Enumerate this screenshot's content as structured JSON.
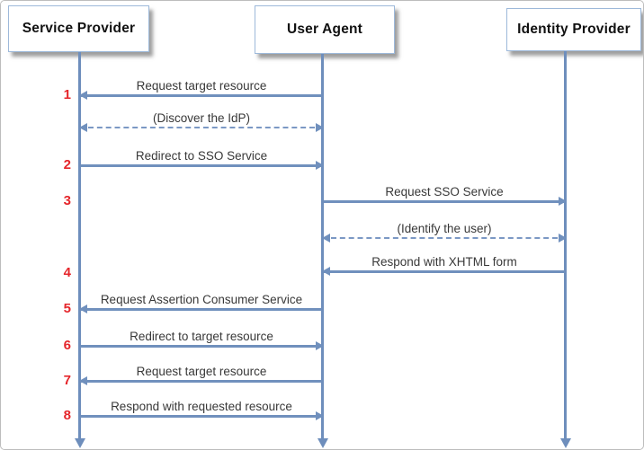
{
  "diagram": {
    "type": "sequence-diagram",
    "actors": [
      {
        "id": "sp",
        "label": "Service Provider"
      },
      {
        "id": "ua",
        "label": "User Agent"
      },
      {
        "id": "idp",
        "label": "Identity Provider"
      }
    ],
    "messages": [
      {
        "step": "1",
        "label": "Request target resource",
        "from": "ua",
        "to": "sp",
        "style": "solid"
      },
      {
        "step": "",
        "label": "(Discover the IdP)",
        "from": "sp",
        "to": "ua",
        "style": "dashed-bidirectional"
      },
      {
        "step": "2",
        "label": "Redirect to SSO Service",
        "from": "sp",
        "to": "ua",
        "style": "solid"
      },
      {
        "step": "3",
        "label": "Request SSO Service",
        "from": "ua",
        "to": "idp",
        "style": "solid"
      },
      {
        "step": "",
        "label": "(Identify the user)",
        "from": "ua",
        "to": "idp",
        "style": "dashed-bidirectional"
      },
      {
        "step": "4",
        "label": "Respond with XHTML form",
        "from": "idp",
        "to": "ua",
        "style": "solid"
      },
      {
        "step": "5",
        "label": "Request Assertion Consumer Service",
        "from": "ua",
        "to": "sp",
        "style": "solid"
      },
      {
        "step": "6",
        "label": "Redirect to target resource",
        "from": "sp",
        "to": "ua",
        "style": "solid"
      },
      {
        "step": "7",
        "label": "Request target resource",
        "from": "ua",
        "to": "sp",
        "style": "solid"
      },
      {
        "step": "8",
        "label": "Respond with requested resource",
        "from": "sp",
        "to": "ua",
        "style": "solid"
      }
    ],
    "colors": {
      "arrow_line": "#7090bd",
      "lifeline": "#6e8ebc",
      "step_number": "#e5262b",
      "actor_border": "#9db9da",
      "label_text": "#383838"
    }
  }
}
